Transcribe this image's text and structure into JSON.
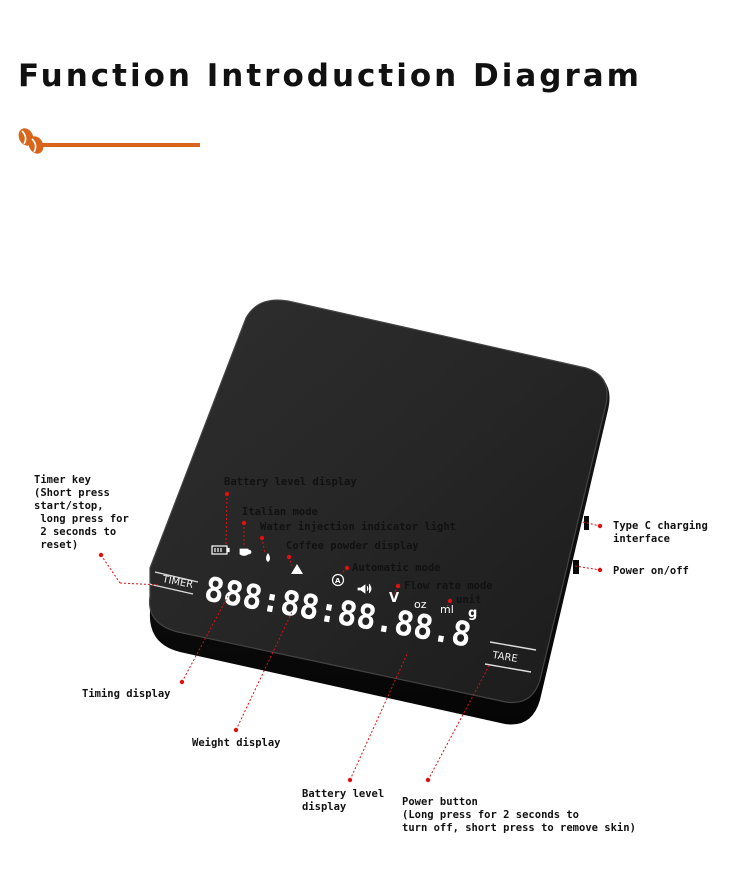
{
  "page": {
    "title": "Function Introduction Diagram",
    "accent_color": "#d9651c",
    "marker_color": "#e01010",
    "title_icon": "coffee-bean-icon"
  },
  "device": {
    "timer_key_label": "TIMER",
    "tare_key_label": "TARE",
    "digits_display": "888:88:88.88.8",
    "unit_oz": "oz",
    "unit_ml": "ml",
    "unit_g": "g",
    "flow_symbol": "V"
  },
  "callouts": {
    "timer_key": "Timer key\n(Short press\nstart/stop,\n long press for\n 2 seconds to\n reset)",
    "battery_level_top": "Battery level display",
    "italian_mode": "Italian mode",
    "water_injection": "Water injection indicator light",
    "coffee_powder": "Coffee powder display",
    "automatic_mode": "Automatic mode",
    "flow_rate_mode": "Flow rate mode",
    "unit": "unit",
    "type_c": "Type C charging\ninterface",
    "power_onoff": "Power on/off",
    "timing_display": "Timing display",
    "weight_display": "Weight display",
    "battery_level_bottom": "Battery level\ndisplay",
    "power_button": "Power button\n(Long press for 2 seconds to\nturn off, short press to remove skin)"
  }
}
